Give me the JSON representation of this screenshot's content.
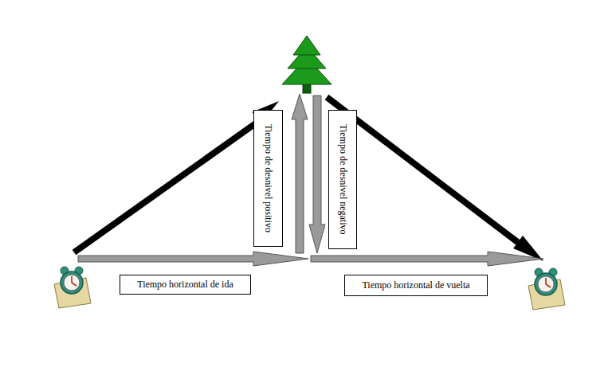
{
  "diagram": {
    "nodes": [
      {
        "text": [
          "Tiempo de desnivel positivo"
        ]
      },
      {
        "text": [
          "Tiempo de desnivel negativo"
        ]
      },
      {
        "text": [
          "Tiempo horizontal de ida"
        ]
      },
      {
        "text": [
          "Tiempo horizontal de vuelta"
        ]
      }
    ]
  }
}
